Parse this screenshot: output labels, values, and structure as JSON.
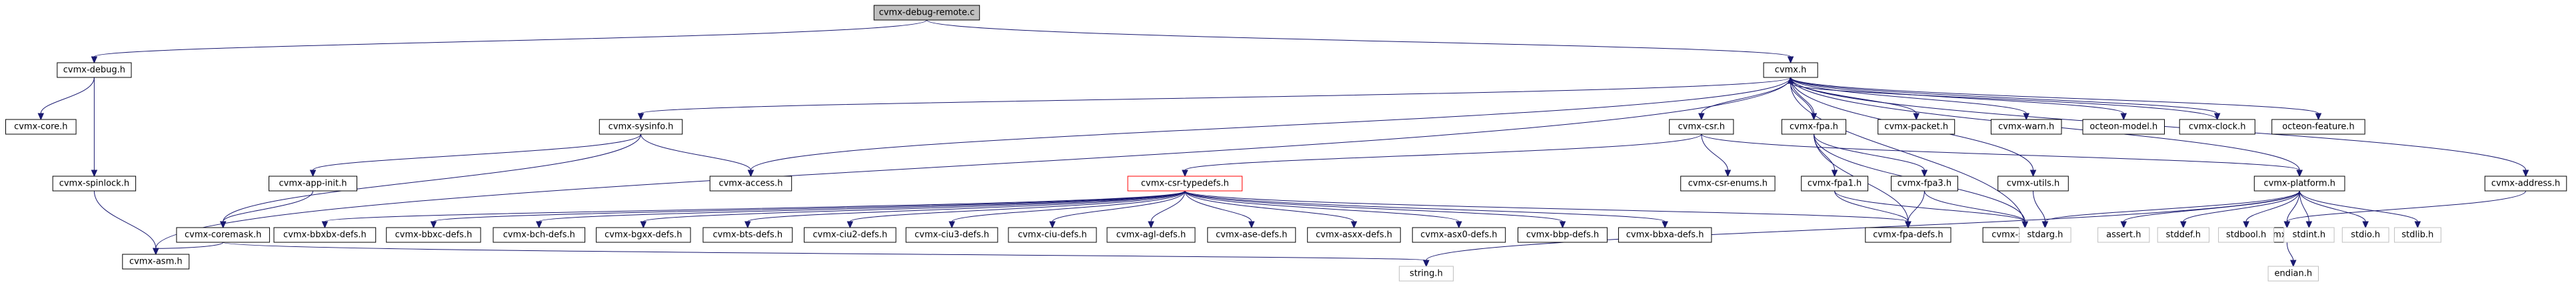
{
  "graph": {
    "colors": {
      "edge": "#191970",
      "root_fill": "#bfbfbf",
      "node_border": "#000000",
      "missing_border": "#bfbfbf",
      "highlight_border": "#ff0000"
    },
    "nodes": [
      {
        "id": "cvmx-debug-remote.c",
        "label": "cvmx-debug-remote.c",
        "kind": "root"
      },
      {
        "id": "cvmx-debug.h",
        "label": "cvmx-debug.h",
        "kind": "normal"
      },
      {
        "id": "cvmx.h",
        "label": "cvmx.h",
        "kind": "normal"
      },
      {
        "id": "cvmx-core.h",
        "label": "cvmx-core.h",
        "kind": "normal"
      },
      {
        "id": "cvmx-spinlock.h",
        "label": "cvmx-spinlock.h",
        "kind": "normal"
      },
      {
        "id": "cvmx-asm.h",
        "label": "cvmx-asm.h",
        "kind": "normal"
      },
      {
        "id": "cvmx-sysinfo.h",
        "label": "cvmx-sysinfo.h",
        "kind": "normal"
      },
      {
        "id": "cvmx-app-init.h",
        "label": "cvmx-app-init.h",
        "kind": "normal"
      },
      {
        "id": "cvmx-coremask.h",
        "label": "cvmx-coremask.h",
        "kind": "normal"
      },
      {
        "id": "cvmx-access.h",
        "label": "cvmx-access.h",
        "kind": "normal"
      },
      {
        "id": "cvmx-csr.h",
        "label": "cvmx-csr.h",
        "kind": "normal"
      },
      {
        "id": "cvmx-csr-enums.h",
        "label": "cvmx-csr-enums.h",
        "kind": "normal"
      },
      {
        "id": "cvmx-csr-typedefs.h",
        "label": "cvmx-csr-typedefs.h",
        "kind": "highlight"
      },
      {
        "id": "cvmx-fpa.h",
        "label": "cvmx-fpa.h",
        "kind": "normal"
      },
      {
        "id": "cvmx-fpa1.h",
        "label": "cvmx-fpa1.h",
        "kind": "normal"
      },
      {
        "id": "cvmx-fpa3.h",
        "label": "cvmx-fpa3.h",
        "kind": "normal"
      },
      {
        "id": "cvmx-fpa-defs.h",
        "label": "cvmx-fpa-defs.h",
        "kind": "normal"
      },
      {
        "id": "cvmx-scratch.h",
        "label": "cvmx-scratch.h",
        "kind": "normal"
      },
      {
        "id": "cvmx-packet.h",
        "label": "cvmx-packet.h",
        "kind": "normal"
      },
      {
        "id": "cvmx-warn.h",
        "label": "cvmx-warn.h",
        "kind": "normal"
      },
      {
        "id": "octeon-model.h",
        "label": "octeon-model.h",
        "kind": "normal"
      },
      {
        "id": "cvmx-clock.h",
        "label": "cvmx-clock.h",
        "kind": "normal"
      },
      {
        "id": "octeon-feature.h",
        "label": "octeon-feature.h",
        "kind": "normal"
      },
      {
        "id": "cvmx-utils.h",
        "label": "cvmx-utils.h",
        "kind": "normal"
      },
      {
        "id": "cvmx-platform.h",
        "label": "cvmx-platform.h",
        "kind": "normal"
      },
      {
        "id": "cvmx-address.h",
        "label": "cvmx-address.h",
        "kind": "normal"
      },
      {
        "id": "cvmx-abi.h",
        "label": "cvmx-abi.h",
        "kind": "normal"
      },
      {
        "id": "endian.h",
        "label": "endian.h",
        "kind": "missing"
      },
      {
        "id": "string.h",
        "label": "string.h",
        "kind": "missing"
      },
      {
        "id": "stdarg.h",
        "label": "stdarg.h",
        "kind": "missing"
      },
      {
        "id": "assert.h",
        "label": "assert.h",
        "kind": "missing"
      },
      {
        "id": "stddef.h",
        "label": "stddef.h",
        "kind": "missing"
      },
      {
        "id": "stdbool.h",
        "label": "stdbool.h",
        "kind": "missing"
      },
      {
        "id": "stdint.h",
        "label": "stdint.h",
        "kind": "missing"
      },
      {
        "id": "stdio.h",
        "label": "stdio.h",
        "kind": "missing"
      },
      {
        "id": "stdlib.h",
        "label": "stdlib.h",
        "kind": "missing"
      },
      {
        "id": "cvmx-bbxbx-defs.h",
        "label": "cvmx-bbxbx-defs.h",
        "kind": "normal"
      },
      {
        "id": "cvmx-bbxc-defs.h",
        "label": "cvmx-bbxc-defs.h",
        "kind": "normal"
      },
      {
        "id": "cvmx-bch-defs.h",
        "label": "cvmx-bch-defs.h",
        "kind": "normal"
      },
      {
        "id": "cvmx-bgxx-defs.h",
        "label": "cvmx-bgxx-defs.h",
        "kind": "normal"
      },
      {
        "id": "cvmx-bts-defs.h",
        "label": "cvmx-bts-defs.h",
        "kind": "normal"
      },
      {
        "id": "cvmx-ciu2-defs.h",
        "label": "cvmx-ciu2-defs.h",
        "kind": "normal"
      },
      {
        "id": "cvmx-ciu3-defs.h",
        "label": "cvmx-ciu3-defs.h",
        "kind": "normal"
      },
      {
        "id": "cvmx-ciu-defs.h",
        "label": "cvmx-ciu-defs.h",
        "kind": "normal"
      },
      {
        "id": "cvmx-agl-defs.h",
        "label": "cvmx-agl-defs.h",
        "kind": "normal"
      },
      {
        "id": "cvmx-ase-defs.h",
        "label": "cvmx-ase-defs.h",
        "kind": "normal"
      },
      {
        "id": "cvmx-asxx-defs.h",
        "label": "cvmx-asxx-defs.h",
        "kind": "normal"
      },
      {
        "id": "cvmx-asx0-defs.h",
        "label": "cvmx-asx0-defs.h",
        "kind": "normal"
      },
      {
        "id": "cvmx-bbp-defs.h",
        "label": "cvmx-bbp-defs.h",
        "kind": "normal"
      },
      {
        "id": "cvmx-bbxa-defs.h",
        "label": "cvmx-bbxa-defs.h",
        "kind": "normal"
      }
    ],
    "edges": [
      [
        "cvmx-debug-remote.c",
        "cvmx-debug.h"
      ],
      [
        "cvmx-debug-remote.c",
        "cvmx.h"
      ],
      [
        "cvmx-debug.h",
        "cvmx-core.h"
      ],
      [
        "cvmx-debug.h",
        "cvmx-spinlock.h"
      ],
      [
        "cvmx-spinlock.h",
        "cvmx-asm.h"
      ],
      [
        "cvmx.h",
        "cvmx-sysinfo.h"
      ],
      [
        "cvmx.h",
        "cvmx-asm.h"
      ],
      [
        "cvmx.h",
        "cvmx-access.h"
      ],
      [
        "cvmx.h",
        "cvmx-csr.h"
      ],
      [
        "cvmx.h",
        "cvmx-fpa.h"
      ],
      [
        "cvmx.h",
        "cvmx-packet.h"
      ],
      [
        "cvmx.h",
        "cvmx-warn.h"
      ],
      [
        "cvmx.h",
        "octeon-model.h"
      ],
      [
        "cvmx.h",
        "cvmx-clock.h"
      ],
      [
        "cvmx.h",
        "octeon-feature.h"
      ],
      [
        "cvmx.h",
        "cvmx-address.h"
      ],
      [
        "cvmx.h",
        "cvmx-platform.h"
      ],
      [
        "cvmx.h",
        "cvmx-utils.h"
      ],
      [
        "cvmx-sysinfo.h",
        "cvmx-app-init.h"
      ],
      [
        "cvmx-sysinfo.h",
        "cvmx-coremask.h"
      ],
      [
        "cvmx-sysinfo.h",
        "cvmx-access.h"
      ],
      [
        "cvmx-app-init.h",
        "cvmx-coremask.h"
      ],
      [
        "cvmx-coremask.h",
        "cvmx-asm.h"
      ],
      [
        "cvmx-coremask.h",
        "string.h"
      ],
      [
        "cvmx-csr.h",
        "cvmx-csr-enums.h"
      ],
      [
        "cvmx-csr.h",
        "cvmx-csr-typedefs.h"
      ],
      [
        "cvmx-csr.h",
        "cvmx-platform.h"
      ],
      [
        "cvmx-csr-typedefs.h",
        "cvmx-bbxbx-defs.h"
      ],
      [
        "cvmx-csr-typedefs.h",
        "cvmx-bbxc-defs.h"
      ],
      [
        "cvmx-csr-typedefs.h",
        "cvmx-bch-defs.h"
      ],
      [
        "cvmx-csr-typedefs.h",
        "cvmx-bgxx-defs.h"
      ],
      [
        "cvmx-csr-typedefs.h",
        "cvmx-bts-defs.h"
      ],
      [
        "cvmx-csr-typedefs.h",
        "cvmx-ciu2-defs.h"
      ],
      [
        "cvmx-csr-typedefs.h",
        "cvmx-ciu3-defs.h"
      ],
      [
        "cvmx-csr-typedefs.h",
        "cvmx-ciu-defs.h"
      ],
      [
        "cvmx-csr-typedefs.h",
        "cvmx-agl-defs.h"
      ],
      [
        "cvmx-csr-typedefs.h",
        "cvmx-ase-defs.h"
      ],
      [
        "cvmx-csr-typedefs.h",
        "cvmx-asxx-defs.h"
      ],
      [
        "cvmx-csr-typedefs.h",
        "cvmx-asx0-defs.h"
      ],
      [
        "cvmx-csr-typedefs.h",
        "cvmx-bbp-defs.h"
      ],
      [
        "cvmx-csr-typedefs.h",
        "cvmx-bbxa-defs.h"
      ],
      [
        "cvmx-csr-typedefs.h",
        "cvmx-fpa-defs.h"
      ],
      [
        "cvmx-fpa.h",
        "cvmx.h"
      ],
      [
        "cvmx-fpa.h",
        "cvmx-fpa1.h"
      ],
      [
        "cvmx-fpa.h",
        "cvmx-fpa3.h"
      ],
      [
        "cvmx-fpa.h",
        "cvmx-fpa-defs.h"
      ],
      [
        "cvmx-fpa.h",
        "cvmx-scratch.h"
      ],
      [
        "cvmx-fpa1.h",
        "cvmx-fpa-defs.h"
      ],
      [
        "cvmx-fpa1.h",
        "cvmx-scratch.h"
      ],
      [
        "cvmx-fpa3.h",
        "cvmx-fpa-defs.h"
      ],
      [
        "cvmx-fpa3.h",
        "cvmx-scratch.h"
      ],
      [
        "cvmx-scratch.h",
        "cvmx.h"
      ],
      [
        "cvmx-clock.h",
        "cvmx.h"
      ],
      [
        "cvmx-utils.h",
        "stdarg.h"
      ],
      [
        "cvmx-platform.h",
        "cvmx-abi.h"
      ],
      [
        "cvmx-platform.h",
        "stdarg.h"
      ],
      [
        "cvmx-platform.h",
        "assert.h"
      ],
      [
        "cvmx-platform.h",
        "stddef.h"
      ],
      [
        "cvmx-platform.h",
        "stdbool.h"
      ],
      [
        "cvmx-platform.h",
        "stdint.h"
      ],
      [
        "cvmx-platform.h",
        "stdio.h"
      ],
      [
        "cvmx-platform.h",
        "stdlib.h"
      ],
      [
        "cvmx-platform.h",
        "string.h"
      ],
      [
        "cvmx-address.h",
        "cvmx-abi.h"
      ],
      [
        "cvmx-abi.h",
        "endian.h"
      ]
    ]
  }
}
